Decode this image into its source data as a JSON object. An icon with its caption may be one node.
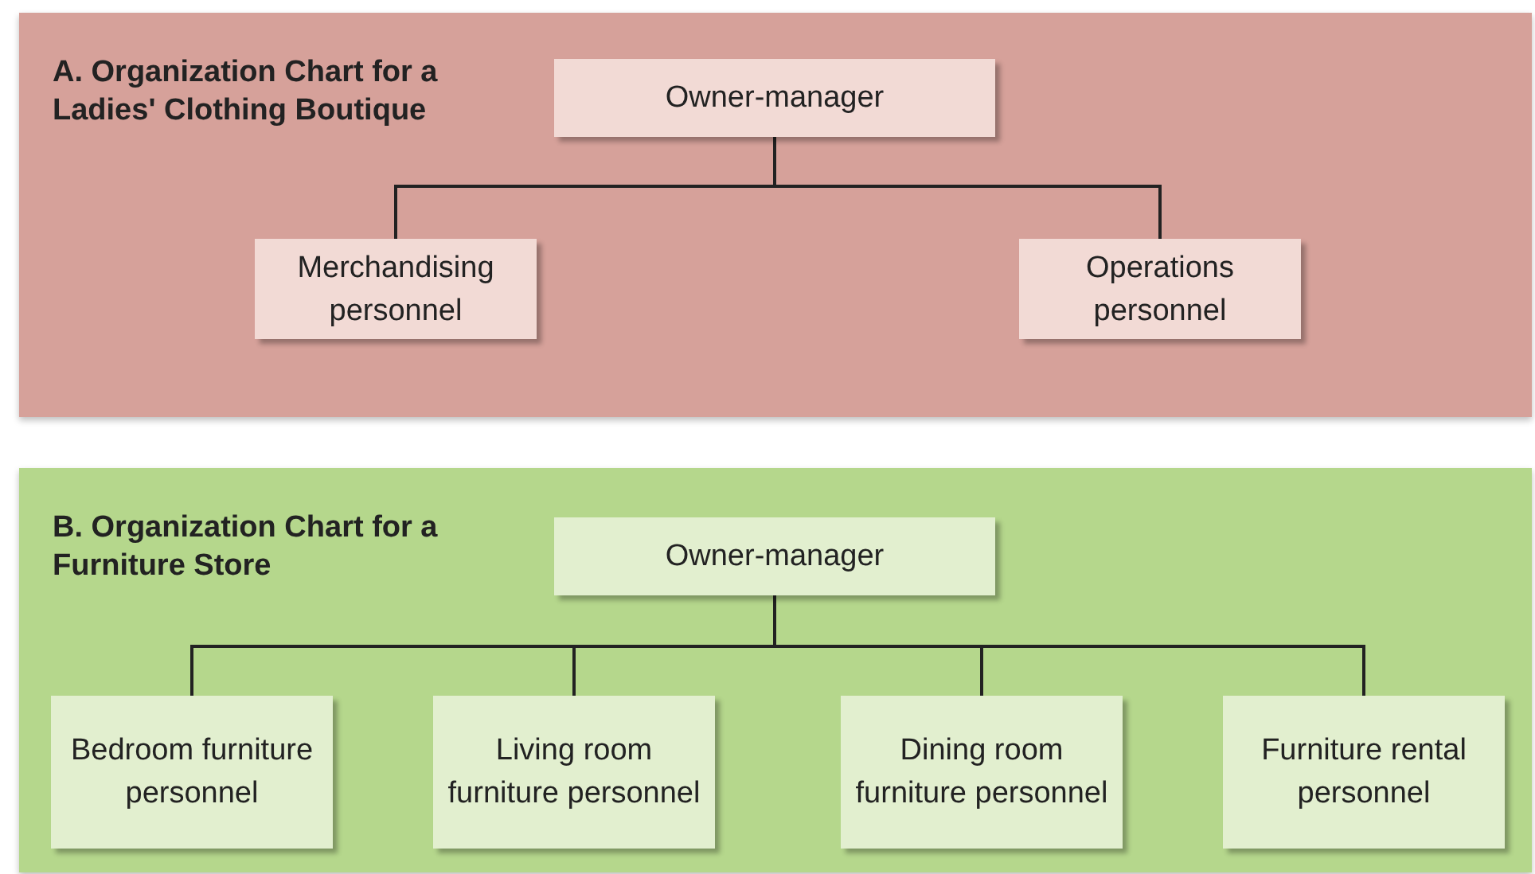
{
  "diagram": {
    "nodes": [
      {
        "text": [
          "A. Organization Chart for a Ladies' Clothing Boutique"
        ]
      },
      {
        "text": [
          "Owner-manager"
        ],
        "in": 0
      },
      {
        "text": [
          "Merchandising personnel"
        ],
        "in": 0
      },
      {
        "text": [
          "Operations personnel"
        ],
        "in": 0
      },
      {
        "text": [
          "B. Organization Chart for a Furniture Store"
        ]
      },
      {
        "text": [
          "Owner-manager"
        ],
        "in": 4
      },
      {
        "text": [
          "Bedroom furniture personnel"
        ],
        "in": 4
      },
      {
        "text": [
          "Living room furniture personnel"
        ],
        "in": 4
      },
      {
        "text": [
          "Dining room furniture personnel"
        ],
        "in": 4
      },
      {
        "text": [
          "Furniture rental personnel"
        ],
        "in": 4
      }
    ],
    "edges": [
      {
        "from": 1,
        "to": 2,
        "arrow": "none"
      },
      {
        "from": 1,
        "to": 3,
        "arrow": "none"
      },
      {
        "from": 5,
        "to": 6,
        "arrow": "none"
      },
      {
        "from": 5,
        "to": 7,
        "arrow": "none"
      },
      {
        "from": 5,
        "to": 8,
        "arrow": "none"
      },
      {
        "from": 5,
        "to": 9,
        "arrow": "none"
      }
    ]
  }
}
